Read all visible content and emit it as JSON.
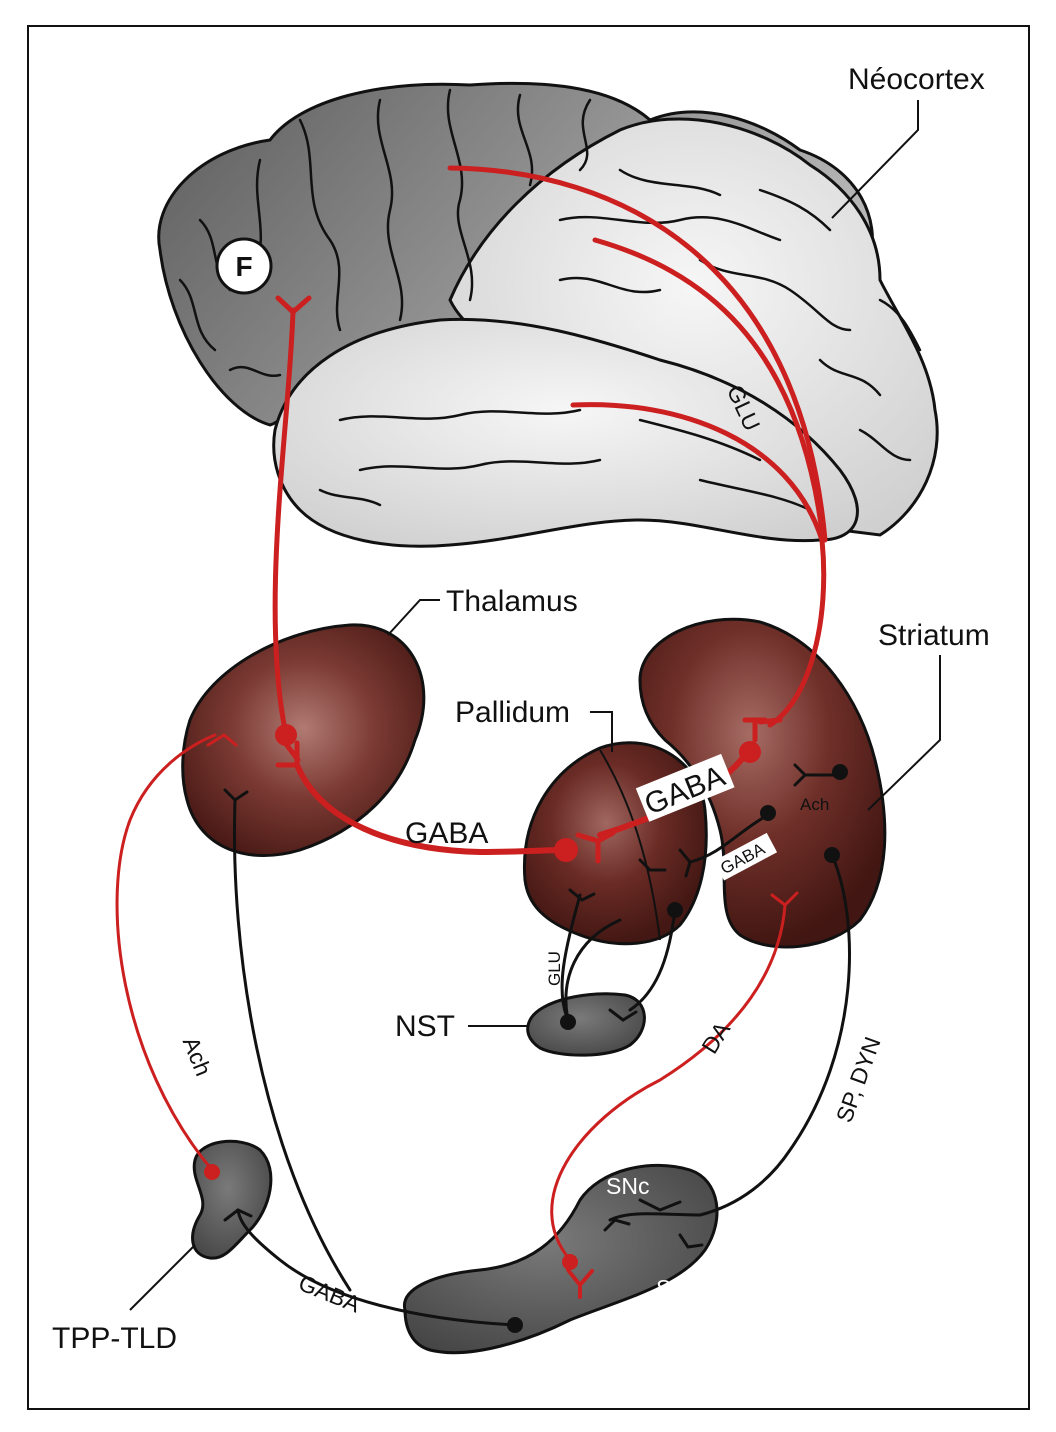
{
  "colors": {
    "pathway_red": "#cc1f1f",
    "pathway_black": "#111111",
    "cortex_dark": "#6e6e6e",
    "cortex_light": "#e2e2e2",
    "nucleus_maroon": "#6b2a25",
    "nucleus_gray": "#5a5a5a",
    "background": "#ffffff"
  },
  "labels": {
    "neocortex": "Néocortex",
    "f_marker": "F",
    "glu_cortex": "GLU",
    "thalamus": "Thalamus",
    "striatum": "Striatum",
    "pallidum": "Pallidum",
    "gaba_thal_pall": "GABA",
    "gaba_pall_str": "GABA",
    "gaba_small": "GABA",
    "ach_striatum": "Ach",
    "glu_nst": "GLU",
    "nst": "NST",
    "da": "DA",
    "sp_dyn": "SP, DYN",
    "ach_tpp": "Ach",
    "snc": "SNc",
    "snr": "SNr",
    "gaba_snr": "GABA",
    "tpp_tld": "TPP-TLD"
  }
}
